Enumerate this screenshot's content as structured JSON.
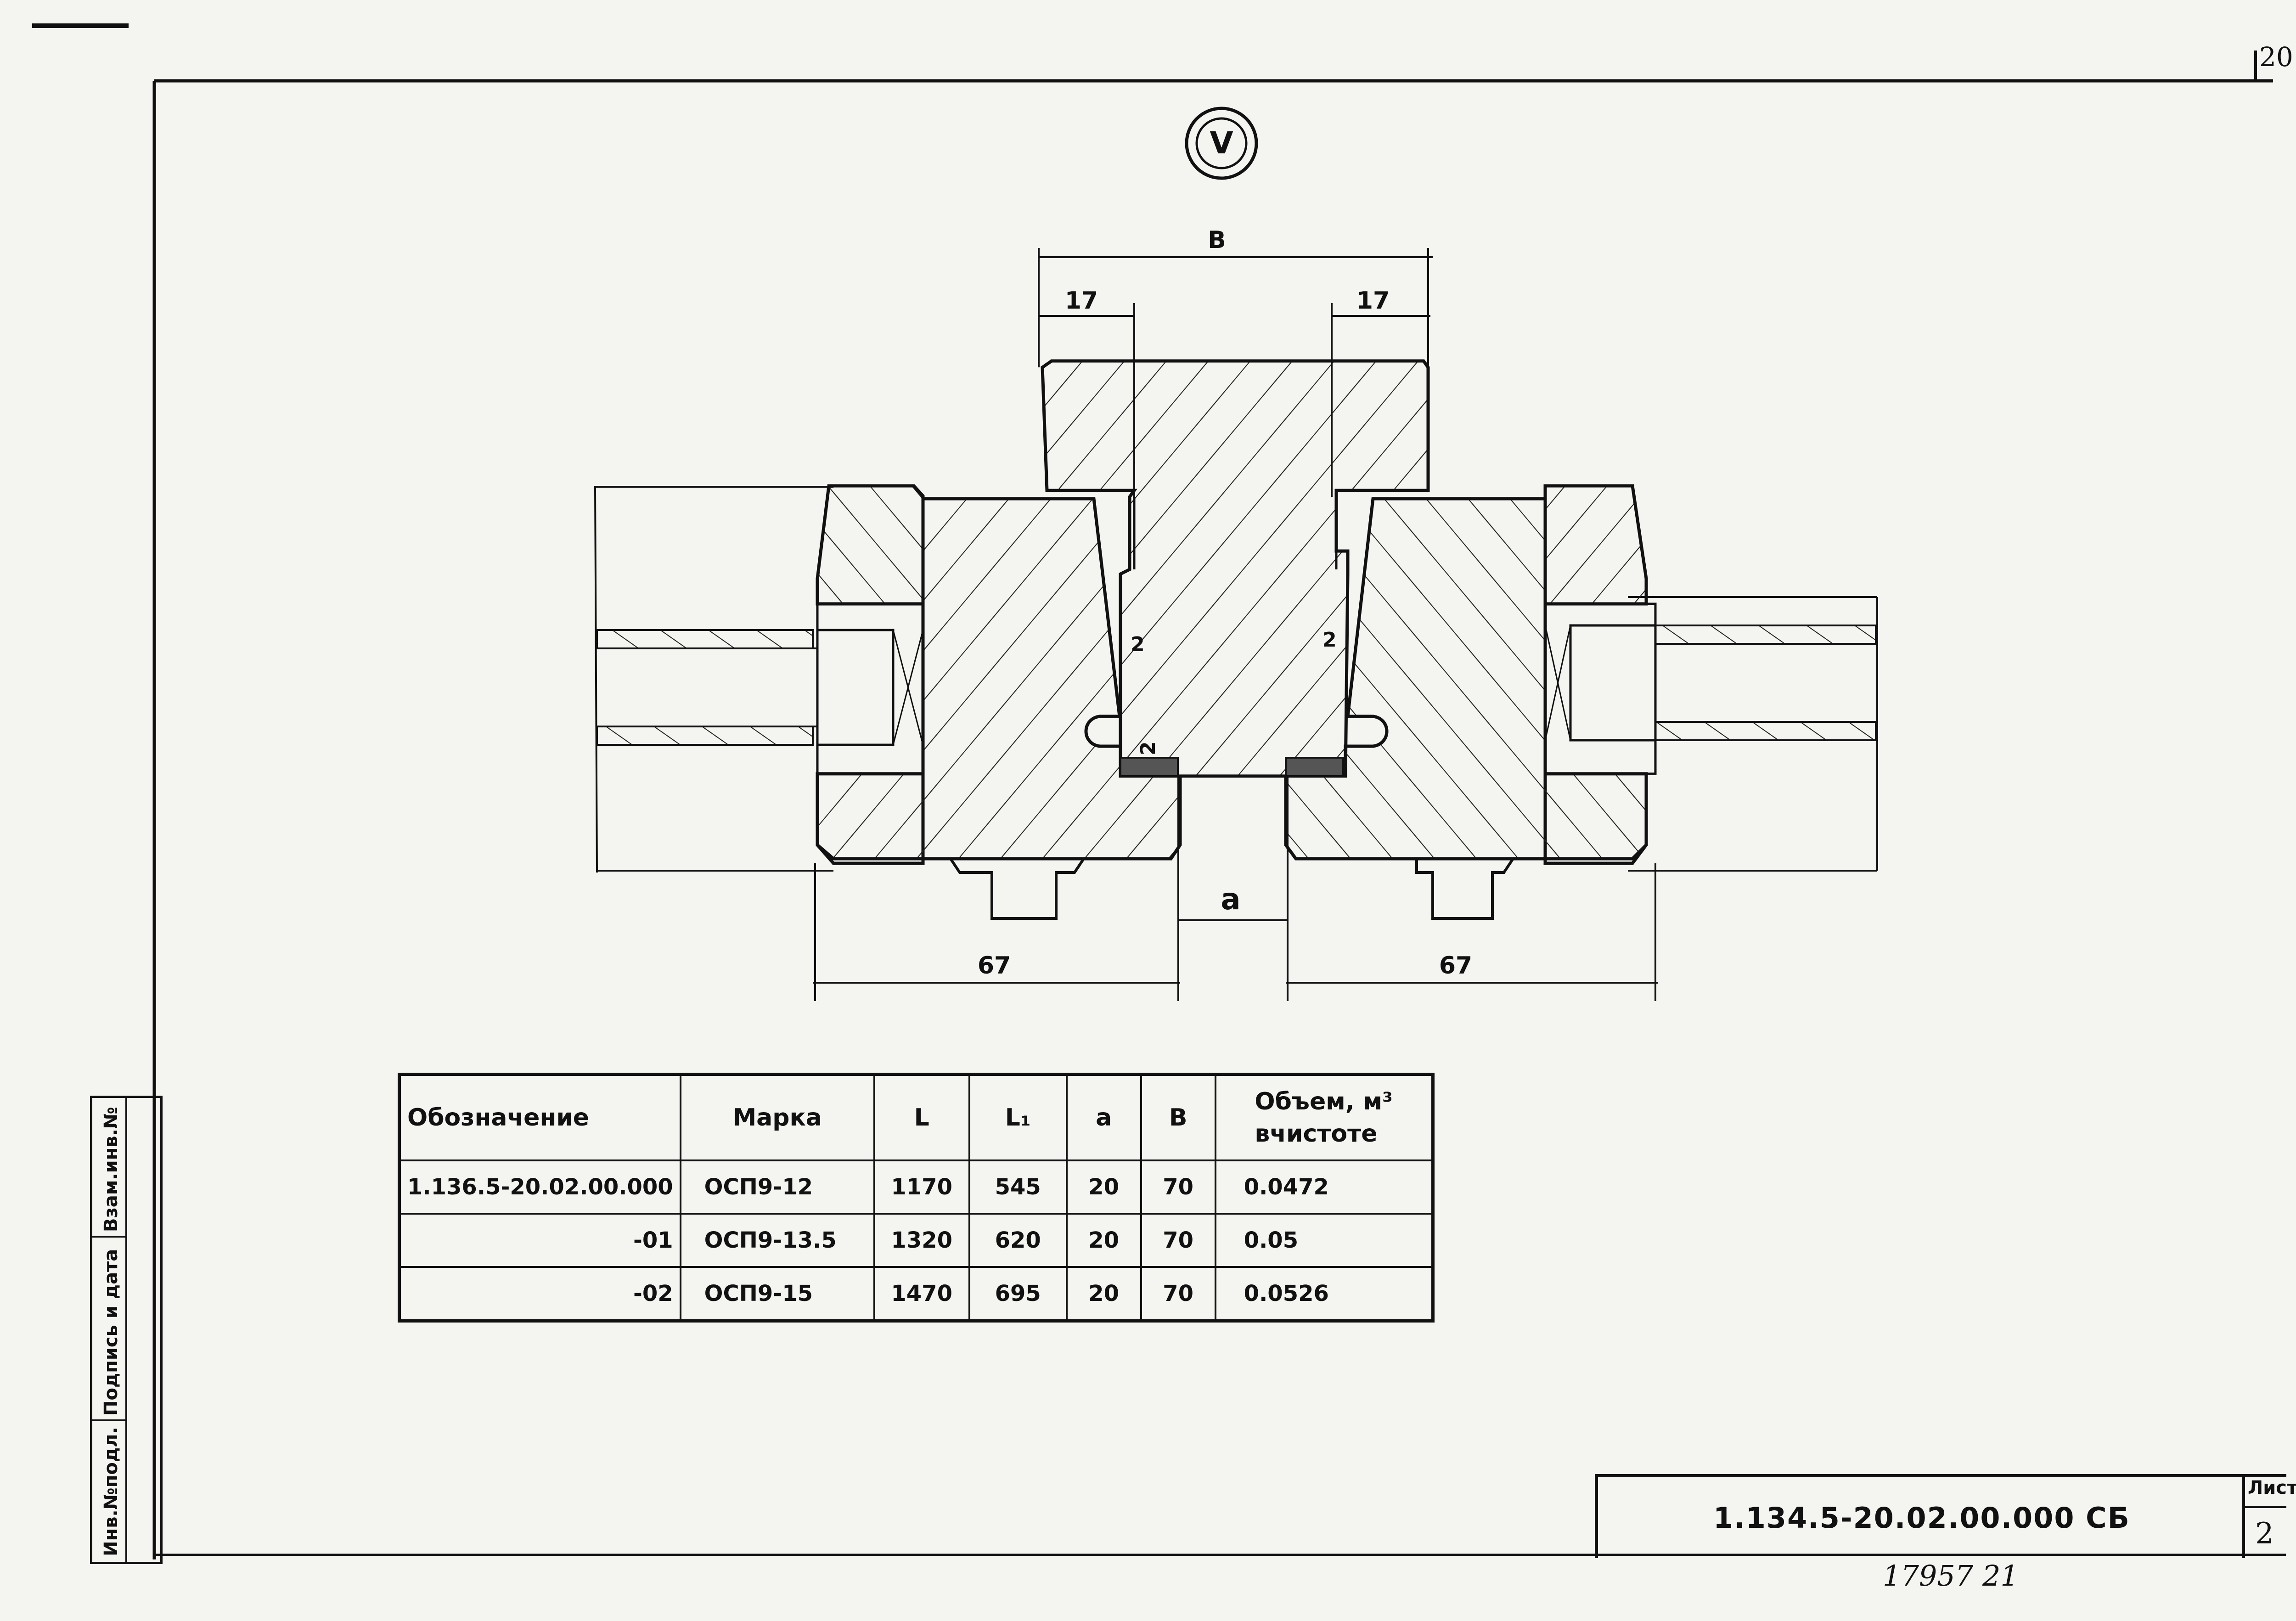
{
  "page_number": "20",
  "node_mark": "V",
  "dimensions": {
    "B": "B",
    "a": "a",
    "left_17": "17",
    "right_17": "17",
    "left_67": "67",
    "right_67": "67",
    "mark_2_left": "2",
    "mark_2_right": "2",
    "mark_2_bottom": "2"
  },
  "table": {
    "headers": [
      "Обозначение",
      "Марка",
      "L",
      "L₁",
      "a",
      "B",
      "Объем, м³ вчистоте"
    ],
    "header_volume_line1": "Объем, м³",
    "header_volume_line2": "вчистоте",
    "rows": [
      [
        "1.136.5-20.02.00.000",
        "ОСП9-12",
        "1170",
        "545",
        "20",
        "70",
        "0.0472"
      ],
      [
        "-01",
        "ОСП9-13.5",
        "1320",
        "620",
        "20",
        "70",
        "0.05"
      ],
      [
        "-02",
        "ОСП9-15",
        "1470",
        "695",
        "20",
        "70",
        "0.0526"
      ]
    ]
  },
  "title_block": {
    "doc_code": "1.134.5-20.02.00.000 СБ",
    "sheet_label": "Лист",
    "sheet_number": "2"
  },
  "handwritten": "17957 21",
  "side_stamp": [
    "Инв.№подл.",
    "Подпись и дата",
    "Взам.инв.№"
  ]
}
